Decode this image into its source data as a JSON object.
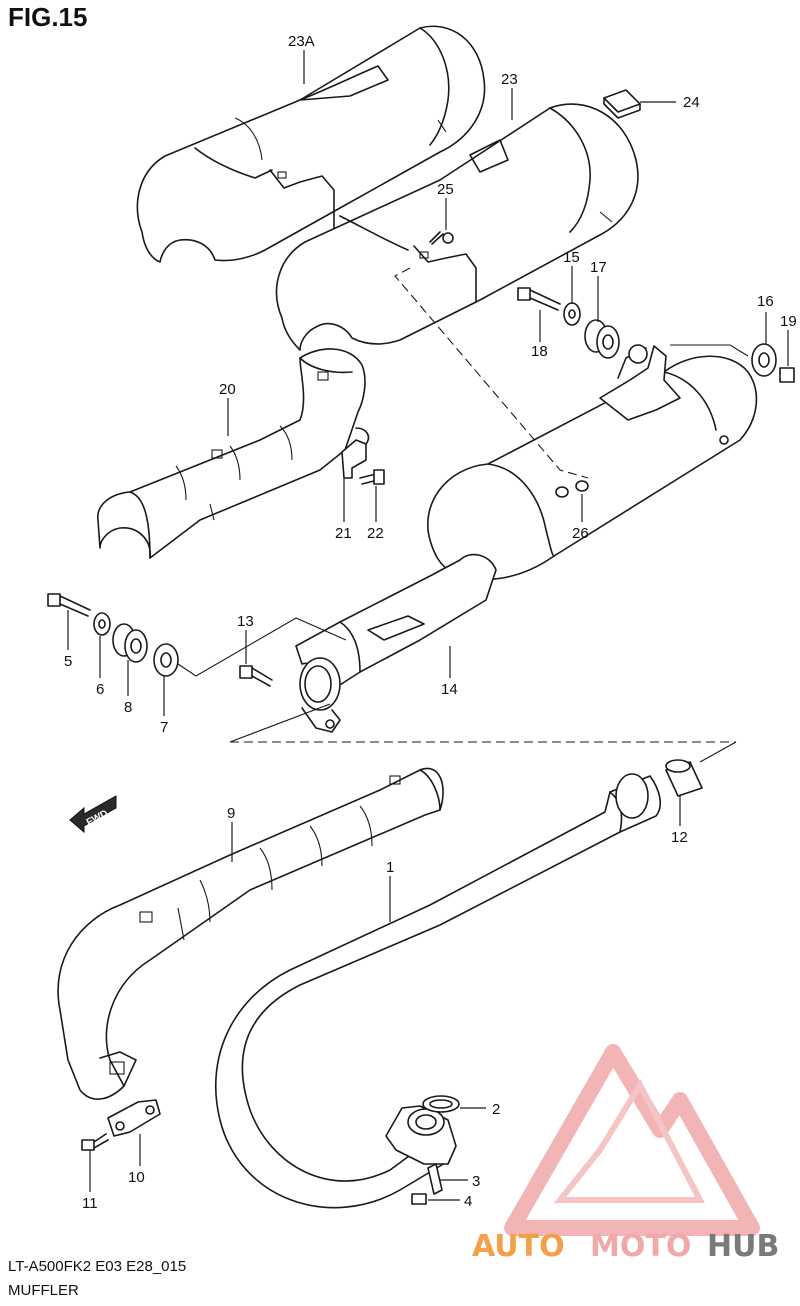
{
  "figure_title": "FIG.15",
  "model_code": "LT-A500FK2 E03 E28_015",
  "section_title": "MUFFLER",
  "fwd_label": "FWD",
  "watermark": {
    "part1": "AUTO",
    "part2": "MOTO",
    "part3": "HUB",
    "color_primary": "#f2a14a",
    "color_secondary": "#f0a8a8",
    "color_dark": "#7a7a7a"
  },
  "callouts": {
    "c1": "1",
    "c2": "2",
    "c3": "3",
    "c4": "4",
    "c5": "5",
    "c6": "6",
    "c7": "7",
    "c8": "8",
    "c9": "9",
    "c10": "10",
    "c11": "11",
    "c12": "12",
    "c13": "13",
    "c14": "14",
    "c15": "15",
    "c16": "16",
    "c17": "17",
    "c18": "18",
    "c19": "19",
    "c20": "20",
    "c21": "21",
    "c22": "22",
    "c23": "23",
    "c23a": "23A",
    "c24": "24",
    "c25": "25",
    "c26": "26"
  }
}
